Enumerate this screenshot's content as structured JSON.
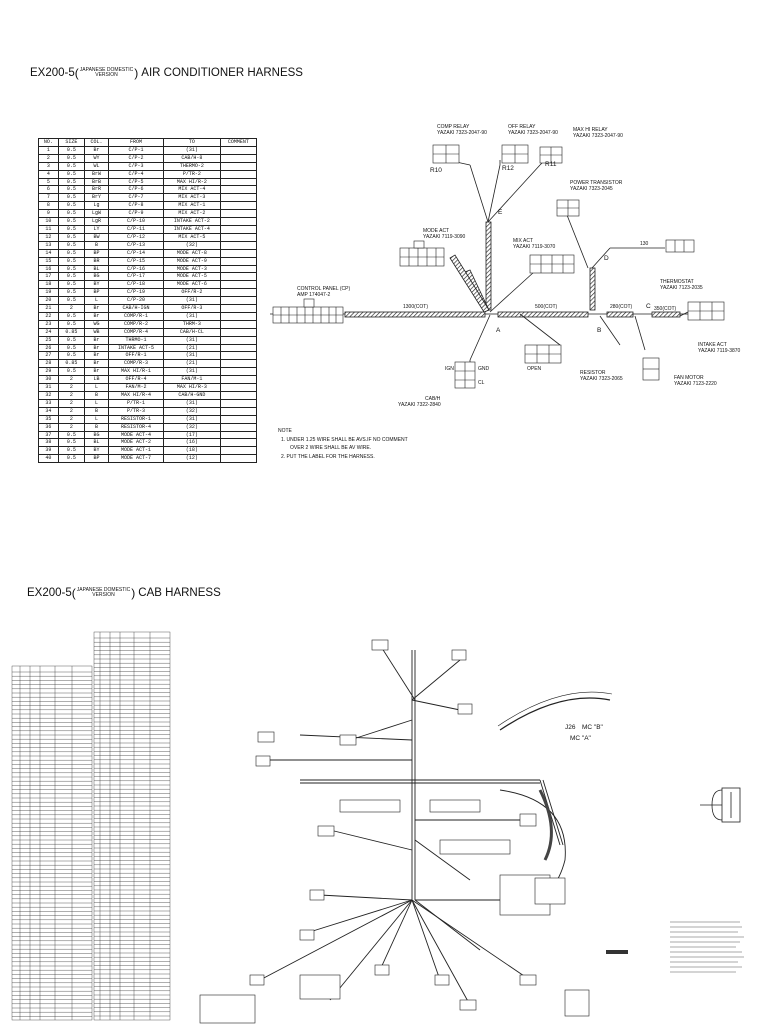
{
  "ac": {
    "title_model": "EX200-5",
    "title_sub1": "JAPANESE DOMESTIC",
    "title_sub2": "VERSION",
    "title_rest": "AIR CONDITIONER HARNESS",
    "table_headers": [
      "NO.",
      "SIZE",
      "COL.",
      "FROM",
      "TO",
      "COMMENT"
    ],
    "rows": [
      [
        "1",
        "0.5",
        "Br",
        "C/P-1",
        "(31)",
        ""
      ],
      [
        "2",
        "0.5",
        "WY",
        "C/P-2",
        "CAB/H-8",
        ""
      ],
      [
        "3",
        "0.5",
        "WL",
        "C/P-3",
        "THERMO-2",
        ""
      ],
      [
        "4",
        "0.5",
        "BrW",
        "C/P-4",
        "P/TR-2",
        ""
      ],
      [
        "5",
        "0.5",
        "BrB",
        "C/P-5",
        "MAX HI/R-2",
        ""
      ],
      [
        "6",
        "0.5",
        "BrR",
        "C/P-6",
        "MIX ACT-4",
        ""
      ],
      [
        "7",
        "0.5",
        "BrY",
        "C/P-7",
        "MIX ACT-3",
        ""
      ],
      [
        "8",
        "0.5",
        "Lg",
        "C/P-8",
        "MIX ACT-1",
        ""
      ],
      [
        "9",
        "0.5",
        "LgW",
        "C/P-9",
        "MIX ACT-2",
        ""
      ],
      [
        "10",
        "0.5",
        "LgR",
        "C/P-10",
        "INTAKE ACT-2",
        ""
      ],
      [
        "11",
        "0.5",
        "LY",
        "C/P-11",
        "INTAKE ACT-4",
        ""
      ],
      [
        "12",
        "0.5",
        "BW",
        "C/P-12",
        "MIX ACT-5",
        ""
      ],
      [
        "13",
        "0.5",
        "B",
        "C/P-13",
        "(32)",
        ""
      ],
      [
        "14",
        "0.5",
        "BP",
        "C/P-14",
        "MODE ACT-8",
        ""
      ],
      [
        "15",
        "0.5",
        "BR",
        "C/P-15",
        "MODE ACT-9",
        ""
      ],
      [
        "16",
        "0.5",
        "BL",
        "C/P-16",
        "MODE ACT-3",
        ""
      ],
      [
        "17",
        "0.5",
        "BG",
        "C/P-17",
        "MODE ACT-5",
        ""
      ],
      [
        "18",
        "0.5",
        "BY",
        "C/P-18",
        "MODE ACT-6",
        ""
      ],
      [
        "19",
        "0.5",
        "BP",
        "C/P-19",
        "OFF/R-2",
        ""
      ],
      [
        "20",
        "0.5",
        "L",
        "C/P-20",
        "(31)",
        ""
      ],
      [
        "21",
        "2",
        "Br",
        "CAB/H-IGN",
        "OFF/R-3",
        ""
      ],
      [
        "22",
        "0.5",
        "Br",
        "COMP/R-1",
        "(31)",
        ""
      ],
      [
        "23",
        "0.5",
        "WG",
        "COMP/R-2",
        "THRM-3",
        ""
      ],
      [
        "24",
        "0.85",
        "WB",
        "COMP/R-4",
        "CAB/H-CL",
        ""
      ],
      [
        "25",
        "0.5",
        "Br",
        "THRMO-1",
        "(31)",
        ""
      ],
      [
        "26",
        "0.5",
        "Br",
        "INTAKE ACT-5",
        "(21)",
        ""
      ],
      [
        "27",
        "0.5",
        "Br",
        "OFF/R-1",
        "(31)",
        ""
      ],
      [
        "28",
        "0.85",
        "Br",
        "COMP/R-3",
        "(21)",
        ""
      ],
      [
        "29",
        "0.5",
        "Br",
        "MAX HI/R-1",
        "(31)",
        ""
      ],
      [
        "30",
        "2",
        "LB",
        "OFF/R-4",
        "FAN/M-1",
        ""
      ],
      [
        "31",
        "2",
        "L",
        "FAN/M-2",
        "MAX HI/R-3",
        ""
      ],
      [
        "32",
        "2",
        "B",
        "MAX HI/R-4",
        "CAB/H-GND",
        ""
      ],
      [
        "33",
        "2",
        "L",
        "P/TR-1",
        "(31)",
        ""
      ],
      [
        "34",
        "2",
        "B",
        "P/TR-3",
        "(32)",
        ""
      ],
      [
        "35",
        "2",
        "L",
        "RESISTOR-1",
        "(31)",
        ""
      ],
      [
        "36",
        "2",
        "B",
        "RESISTOR-4",
        "(32)",
        ""
      ],
      [
        "37",
        "0.5",
        "BG",
        "MODE ACT-4",
        "(17)",
        ""
      ],
      [
        "38",
        "0.5",
        "BL",
        "MODE ACT-2",
        "(16)",
        ""
      ],
      [
        "39",
        "0.5",
        "BY",
        "MODE ACT-1",
        "(18)",
        ""
      ],
      [
        "40",
        "0.5",
        "BP",
        "MODE ACT-7",
        "(12)",
        ""
      ]
    ],
    "diagram": {
      "comp_relay": "COMP RELAY",
      "comp_relay_part": "YAZAKI 7323-2047-90",
      "off_relay": "OFF RELAY",
      "off_relay_part": "YAZAKI 7323-2047-90",
      "max_hi_relay": "MAX HI RELAY",
      "max_hi_relay_part": "YAZAKI 7323-2047-90",
      "r10": "R10",
      "r12": "R12",
      "r11": "R11",
      "power_transistor": "POWER TRANSISTOR",
      "power_transistor_part": "YAZAKI 7323-2045",
      "mode_act": "MODE ACT",
      "mode_act_part": "YAZAKI 7119-3090",
      "mix_act": "MIX ACT",
      "mix_act_part": "YAZAKI 7119-3070",
      "control_panel": "CONTROL PANEL (CP)",
      "control_panel_part": "AMP 174047-2",
      "thermostat": "THERMOSTAT",
      "thermostat_part": "YAZAKI 7123-2035",
      "intake_act": "INTAKE ACT",
      "intake_act_part": "YAZAKI 7119-3870",
      "resistor": "RESISTOR",
      "resistor_part": "YAZAKI 7323-2065",
      "fan_motor": "FAN MOTOR",
      "fan_motor_part": "YAZAKI 7123-2220",
      "cab_h": "CAB/H",
      "cab_h_part": "YAZAKI 7322-2840",
      "dim_1300": "1300(COT)",
      "dim_500": "500(COT)",
      "dim_280": "280(COT)",
      "dim_350": "350(COT)",
      "point_a": "A",
      "point_b": "B",
      "point_c": "C",
      "point_d": "D",
      "point_e": "E",
      "len_130": "130",
      "open": "OPEN",
      "ign": "IGN",
      "gnd": "GND",
      "cl": "CL"
    },
    "notes": {
      "heading": "NOTE",
      "line1": "1.  UNDER 1.25 WIRE SHALL BE AVS.IF NO COMMENT",
      "line2": "OVER 2 WIRE SHALL BE AV WIRE.",
      "line3": "2.  PUT THE LABEL FOR THE HARNESS."
    }
  },
  "cab": {
    "title_model": "EX200-5",
    "title_sub1": "JAPANESE DOMESTIC",
    "title_sub2": "VERSION",
    "title_rest": "CAB HARNESS",
    "label_mc_b": "MC \"B\"",
    "label_mc_a": "MC \"A\"",
    "label_j26": "J26"
  }
}
